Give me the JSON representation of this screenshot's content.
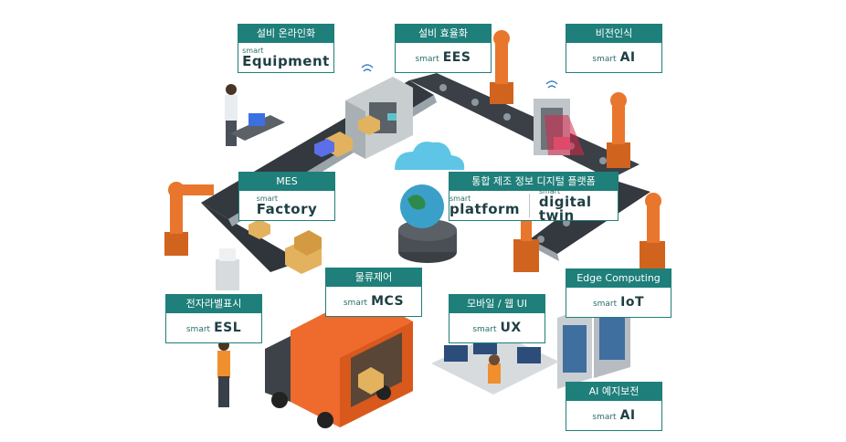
{
  "colors": {
    "teal": "#1f7f7a",
    "dark_text": "#1e3f44",
    "robot_orange": "#e8762c",
    "conveyor": "#33393e",
    "truck": "#ef6b2d"
  },
  "cards": {
    "equipment": {
      "header": "설비 온라인화",
      "smart": "smart",
      "name": "Equipment"
    },
    "ees": {
      "header": "설비 효율화",
      "smart": "smart",
      "name": "EES"
    },
    "vision_ai": {
      "header": "비전인식",
      "smart": "smart",
      "name": "AI"
    },
    "mes": {
      "header": "MES",
      "smart": "smart",
      "name": "Factory"
    },
    "platform": {
      "header": "통합 제조 정보 디지털 플랫폼",
      "smart1": "smart",
      "name1": "platform",
      "smart2": "smart",
      "name2": "digital twin"
    },
    "mcs": {
      "header": "물류제어",
      "smart": "smart",
      "name": "MCS"
    },
    "esl": {
      "header": "전자라벨표시",
      "smart": "smart",
      "name": "ESL"
    },
    "ux": {
      "header": "모바일 / 웹 UI",
      "smart": "smart",
      "name": "UX"
    },
    "iot": {
      "header": "Edge Computing",
      "smart": "smart",
      "name": "IoT"
    },
    "predictive_ai": {
      "header": "AI 예지보전",
      "smart": "smart",
      "name": "AI"
    }
  }
}
